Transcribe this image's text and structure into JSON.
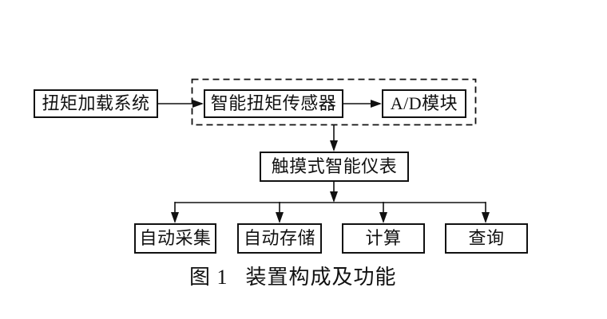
{
  "figure": {
    "caption": {
      "number": "图 1",
      "title": "装置构成及功能"
    },
    "nodes": {
      "torque_loading": {
        "label": "扭矩加载系统"
      },
      "smart_sensor": {
        "label": "智能扭矩传感器"
      },
      "ad_module": {
        "label": "A/D模块"
      },
      "touch_instrument": {
        "label": "触摸式智能仪表"
      },
      "auto_collect": {
        "label": "自动采集"
      },
      "auto_store": {
        "label": "自动存储"
      },
      "compute": {
        "label": "计算"
      },
      "query": {
        "label": "查询"
      }
    },
    "groups": [
      {
        "name": "dashed-sensor-group",
        "style": "dashed",
        "contains": [
          "smart_sensor",
          "ad_module"
        ]
      }
    ],
    "edges": [
      {
        "from": "torque_loading",
        "to": "smart_sensor"
      },
      {
        "from": "smart_sensor",
        "to": "ad_module"
      },
      {
        "from": "dashed-sensor-group",
        "to": "touch_instrument"
      },
      {
        "from": "touch_instrument",
        "to": "auto_collect"
      },
      {
        "from": "touch_instrument",
        "to": "auto_store"
      },
      {
        "from": "touch_instrument",
        "to": "compute"
      },
      {
        "from": "touch_instrument",
        "to": "query"
      }
    ],
    "colors": {
      "line": "#111111",
      "text": "#111111",
      "background": "#ffffff"
    }
  }
}
